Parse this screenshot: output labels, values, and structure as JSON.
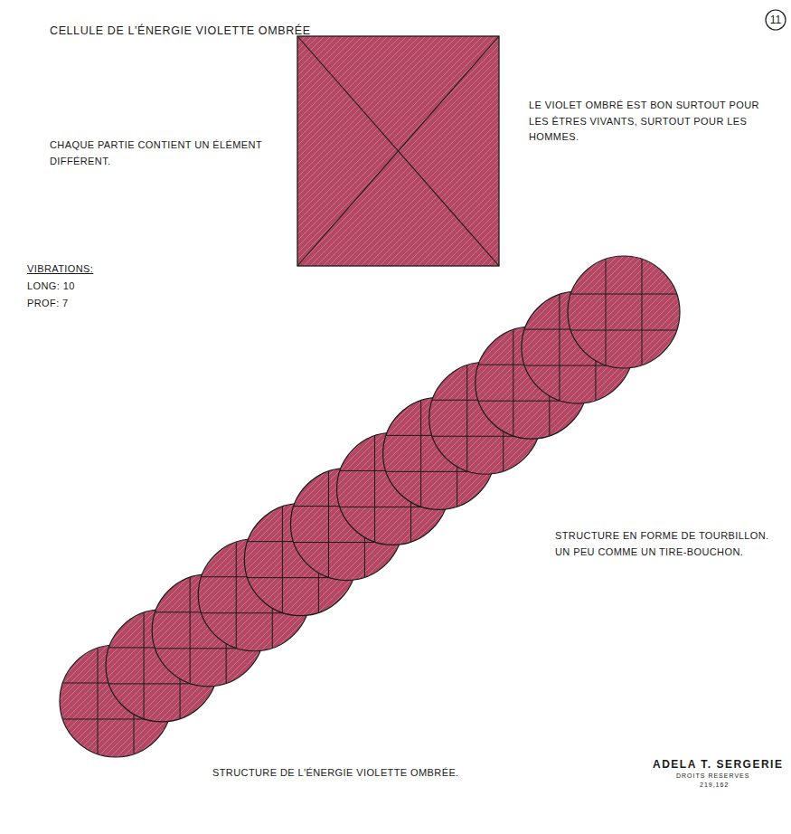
{
  "diagram": {
    "title": "CELLULE DE L'ÉNERGIE VIOLETTE OMBRÉE",
    "caption": "STRUCTURE DE L'ÉNERGIE VIOLETTE OMBRÉE.",
    "nodes": [
      {
        "text": [
          "11"
        ]
      }
    ],
    "labels": [
      "CHAQUE PARTIE CONTIENT UN ÉLÉMENT DIFFÉRENT.",
      "LE VIOLET OMBRÉ EST BON SURTOUT POUR LES ÊTRES VIVANTS, SURTOUT POUR LES HOMMES.",
      "VIBRATIONS:",
      "LONG: 10",
      "PROF: 7",
      "STRUCTURE EN FORME DE TOURBILLON. UN PEU COMME UN TIRE-BOUCHON.",
      "ADELA T. SERGERIE",
      "DROITS RESERVES",
      "219,162"
    ]
  }
}
